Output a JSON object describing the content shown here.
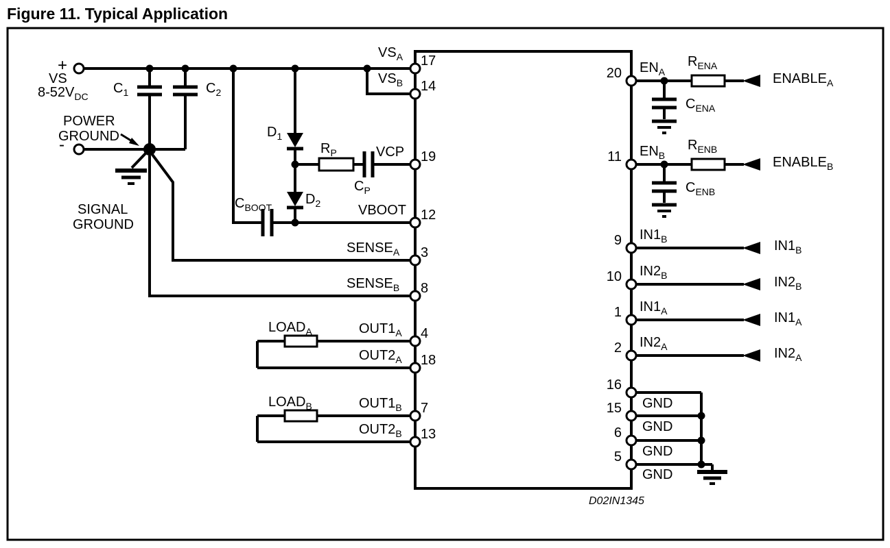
{
  "title": "Figure 11. Typical Application",
  "note": "D02IN1345",
  "supply": {
    "plus": "+",
    "minus": "-",
    "name": "VS",
    "range": "8-52V",
    "range_sub": "DC"
  },
  "grounds": {
    "power_line1": "POWER",
    "power_line2": "GROUND",
    "signal_line1": "SIGNAL",
    "signal_line2": "GROUND"
  },
  "components": {
    "c1": {
      "t": "C",
      "s": "1"
    },
    "c2": {
      "t": "C",
      "s": "2"
    },
    "cboot": {
      "t": "C",
      "s": "BOOT"
    },
    "d1": {
      "t": "D",
      "s": "1"
    },
    "d2": {
      "t": "D",
      "s": "2"
    },
    "rp": {
      "t": "R",
      "s": "P"
    },
    "cp": {
      "t": "C",
      "s": "P"
    },
    "load_a": {
      "t": "LOAD",
      "s": "A"
    },
    "load_b": {
      "t": "LOAD",
      "s": "B"
    },
    "r_ena": {
      "t": "R",
      "s": "ENA"
    },
    "r_enb": {
      "t": "R",
      "s": "ENB"
    },
    "c_ena": {
      "t": "C",
      "s": "ENA"
    },
    "c_enb": {
      "t": "C",
      "s": "ENB"
    }
  },
  "left_pins": [
    {
      "num": "17",
      "t": "VS",
      "s": "A"
    },
    {
      "num": "14",
      "t": "VS",
      "s": "B"
    },
    {
      "num": "19",
      "t": "VCP",
      "s": ""
    },
    {
      "num": "12",
      "t": "VBOOT",
      "s": ""
    },
    {
      "num": "3",
      "t": "SENSE",
      "s": "A"
    },
    {
      "num": "8",
      "t": "SENSE",
      "s": "B"
    },
    {
      "num": "4",
      "t": "OUT1",
      "s": "A"
    },
    {
      "num": "18",
      "t": "OUT2",
      "s": "A"
    },
    {
      "num": "7",
      "t": "OUT1",
      "s": "B"
    },
    {
      "num": "13",
      "t": "OUT2",
      "s": "B"
    }
  ],
  "right_pins": [
    {
      "num": "20",
      "t": "EN",
      "s": "A"
    },
    {
      "num": "11",
      "t": "EN",
      "s": "B"
    },
    {
      "num": "9",
      "t": "IN1",
      "s": "B"
    },
    {
      "num": "10",
      "t": "IN2",
      "s": "B"
    },
    {
      "num": "1",
      "t": "IN1",
      "s": "A"
    },
    {
      "num": "2",
      "t": "IN2",
      "s": "A"
    },
    {
      "num": "16",
      "t": "GND",
      "s": ""
    },
    {
      "num": "15",
      "t": "GND",
      "s": ""
    },
    {
      "num": "6",
      "t": "GND",
      "s": ""
    },
    {
      "num": "5",
      "t": "GND",
      "s": ""
    }
  ],
  "external_signals": [
    {
      "t": "ENABLE",
      "s": "A"
    },
    {
      "t": "ENABLE",
      "s": "B"
    },
    {
      "t": "IN1",
      "s": "B"
    },
    {
      "t": "IN2",
      "s": "B"
    },
    {
      "t": "IN1",
      "s": "A"
    },
    {
      "t": "IN2",
      "s": "A"
    }
  ]
}
